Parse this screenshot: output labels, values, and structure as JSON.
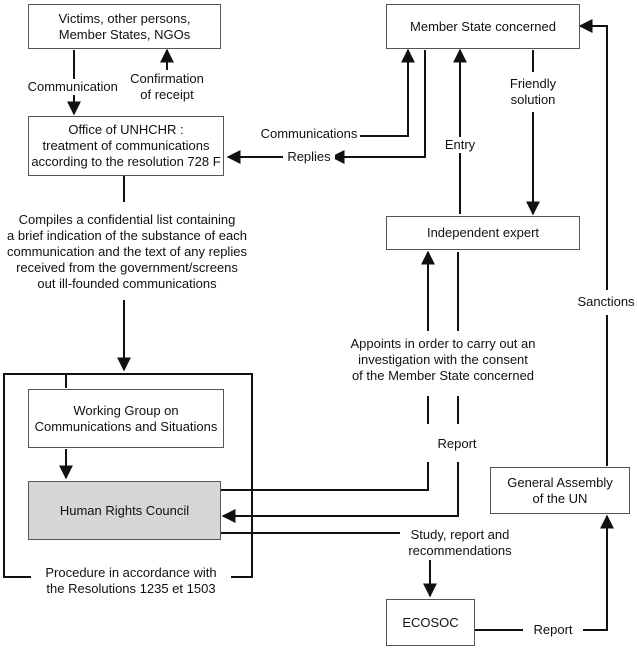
{
  "nodes": {
    "victims": "Victims, other persons,\nMember States, NGOs",
    "member_state": "Member State concerned",
    "office": "Office of UNHCHR :\ntreatment of communications\naccording to the resolution 728 F",
    "independent_expert": "Independent expert",
    "working_group": "Working Group on\nCommunications and Situations",
    "hrc": "Human Rights Council",
    "general_assembly": "General Assembly\nof the UN",
    "ecosoc": "ECOSOC"
  },
  "edges": {
    "communications_down": "Communications",
    "confirmation": "Confirmation\nof receipt",
    "communications_right": "Communications",
    "replies": "Replies",
    "entry": "Entry",
    "friendly_solution": "Friendly\nsolution",
    "compiles": "Compiles a confidential list containing\na brief indication of the substance of each\ncommunication and the text of any replies\nreceived from the government/screens\nout ill-founded communications",
    "appoints": "Appoints in order to carry out an\ninvestigation with the consent\nof the Member State concerned",
    "report_expert": "Report",
    "sanctions": "Sanctions",
    "study": "Study, report and\nrecommendations",
    "procedure": "Procedure in accordance with\nthe Resolutions 1235 et 1503",
    "report_ecosoc": "Report"
  },
  "colors": {
    "line": "#111111",
    "box_border": "#555555",
    "hrc_fill": "#d6d6d6"
  }
}
